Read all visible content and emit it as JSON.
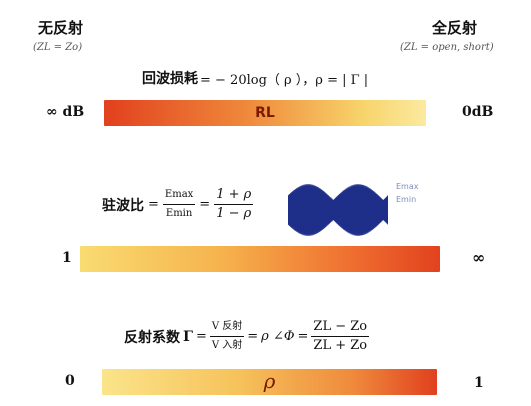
{
  "top": {
    "left_title": "无反射",
    "left_sub": "(ZL = Zo)",
    "right_title": "全反射",
    "right_sub": "(ZL = open, short)"
  },
  "return_loss": {
    "label": "回波损耗",
    "formula_rest": "= − 20log（ ρ ），ρ = | Γ |",
    "bar_label": "RL",
    "left_value": "∞ dB",
    "right_value": "0dB"
  },
  "swr": {
    "label": "驻波比",
    "emax": "Emax",
    "emin": "Emin",
    "num": "1 + ρ",
    "den": "1 − ρ",
    "wave_label_1": "Emax",
    "wave_label_2": "Emin",
    "left_value": "1",
    "right_value": "∞"
  },
  "reflection": {
    "label": "反射系数",
    "gamma": "Γ",
    "v_reflect": "V 反射",
    "v_incident": "V 入射",
    "rho_angle": "ρ ∠Φ",
    "zl_minus": "ZL − Zo",
    "zl_plus": "ZL + Zo",
    "bar_label": "ρ",
    "left_value": "0",
    "right_value": "1"
  },
  "colors": {
    "red": "#e2401e",
    "orange": "#ef8a3c",
    "yellow": "#fbeaa0",
    "wave_blue": "#1f2f8a"
  }
}
